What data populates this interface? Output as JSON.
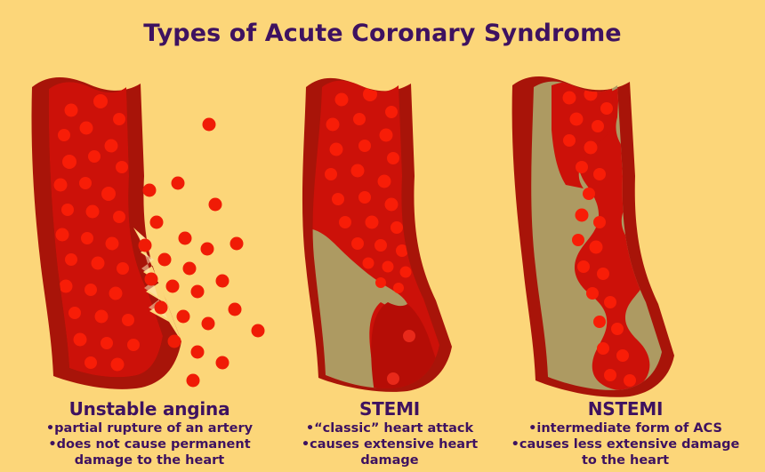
{
  "title": "Types of Acute Coronary Syndrome",
  "colors": {
    "background": "#FCD679",
    "title_text": "#3E1260",
    "caption_text": "#3E1260",
    "artery_wall_dark": "#9E1007",
    "artery_wall_outer": "#A81409",
    "lumen_red": "#CC1109",
    "lumen_deep_red": "#B50D06",
    "blood_cell": "#F81D07",
    "plaque_tan": "#AD9A62",
    "escaping_cell": "#F01B06"
  },
  "panels": [
    {
      "id": "unstable-angina",
      "heading": "Unstable angina",
      "bullets": [
        "partial rupture of an artery",
        "does not cause permanent damage to the heart"
      ],
      "bullet_lines": [
        "partial rupture of an artery",
        "does not cause permanent",
        "damage to the heart"
      ],
      "illustration": "artery-with-ruptured-wall-and-escaping-blood-cells"
    },
    {
      "id": "stemi",
      "heading": "STEMI",
      "bullets": [
        "“classic” heart attack",
        "causes extensive heart damage"
      ],
      "bullet_lines": [
        "“classic” heart attack",
        "causes extensive heart",
        "damage"
      ],
      "illustration": "artery-fully-blocked-by-plaque"
    },
    {
      "id": "nstemi",
      "heading": "NSTEMI",
      "bullets": [
        "intermediate form of ACS",
        "causes less extensive damage to the heart"
      ],
      "bullet_lines": [
        "intermediate form of ACS",
        "causes less extensive damage",
        "to the heart"
      ],
      "illustration": "artery-narrowed-by-plaque-on-both-sides"
    }
  ],
  "bullet_marker": "•"
}
